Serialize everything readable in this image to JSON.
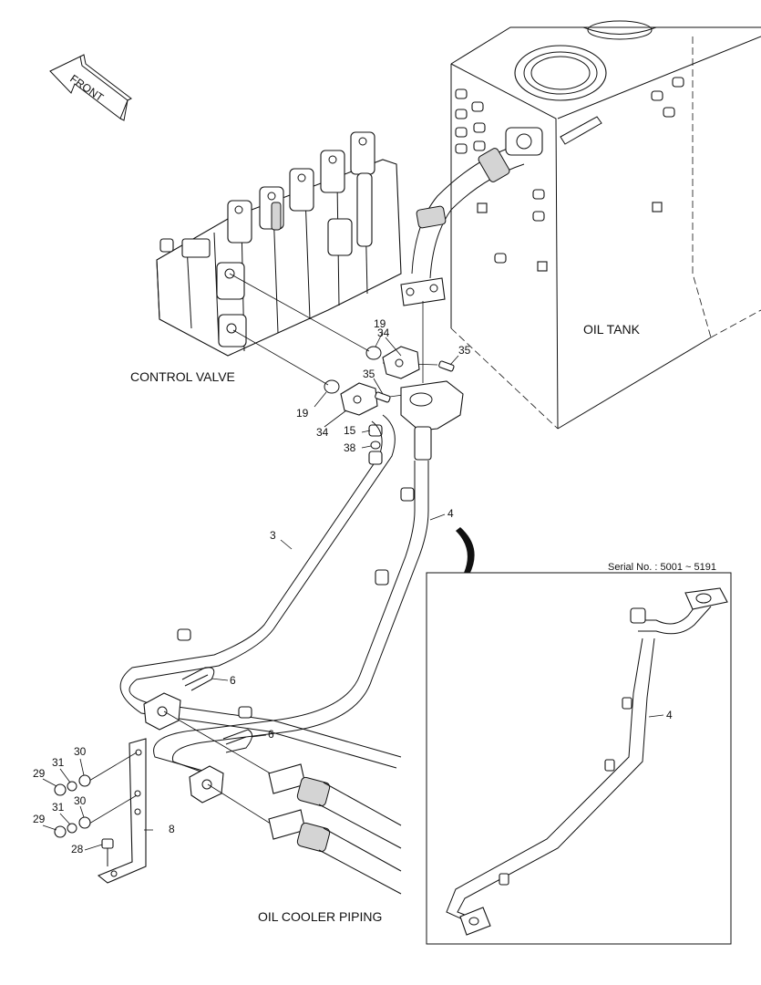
{
  "front_label": "FRONT",
  "titles": {
    "control_valve": "CONTROL VALVE",
    "oil_tank": "OIL TANK",
    "oil_cooler_piping": "OIL COOLER PIPING"
  },
  "inset": {
    "serial": "Serial No. : 5001 ~ 5191",
    "callout": "4"
  },
  "callouts": [
    "19",
    "34",
    "35",
    "35",
    "19",
    "34",
    "15",
    "38",
    "4",
    "3",
    "6",
    "6",
    "30",
    "31",
    "29",
    "30",
    "31",
    "29",
    "28",
    "8"
  ]
}
